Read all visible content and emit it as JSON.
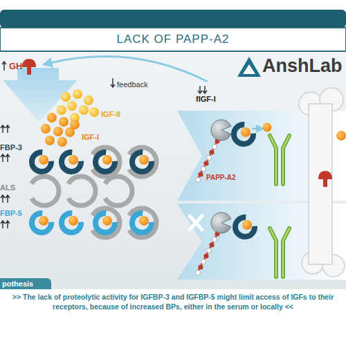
{
  "diagram": {
    "title": "LACK OF PAPP-A2",
    "nodes": [
      {
        "text": [
          "pothesis",
          ">> The lack of proteolytic activity for IGFBP-3 and IGFBP-5 might limit access of IGFs to their receptors, because of increased BPs, either in the serum or locally <<"
        ]
      }
    ],
    "labels": [
      "AnshLab",
      "GH",
      "feedback",
      "fIGF-I",
      "IGF-II",
      "IGF-I",
      "FBP-3",
      "ALS",
      "FBP-5",
      "PAPP-A2"
    ]
  }
}
